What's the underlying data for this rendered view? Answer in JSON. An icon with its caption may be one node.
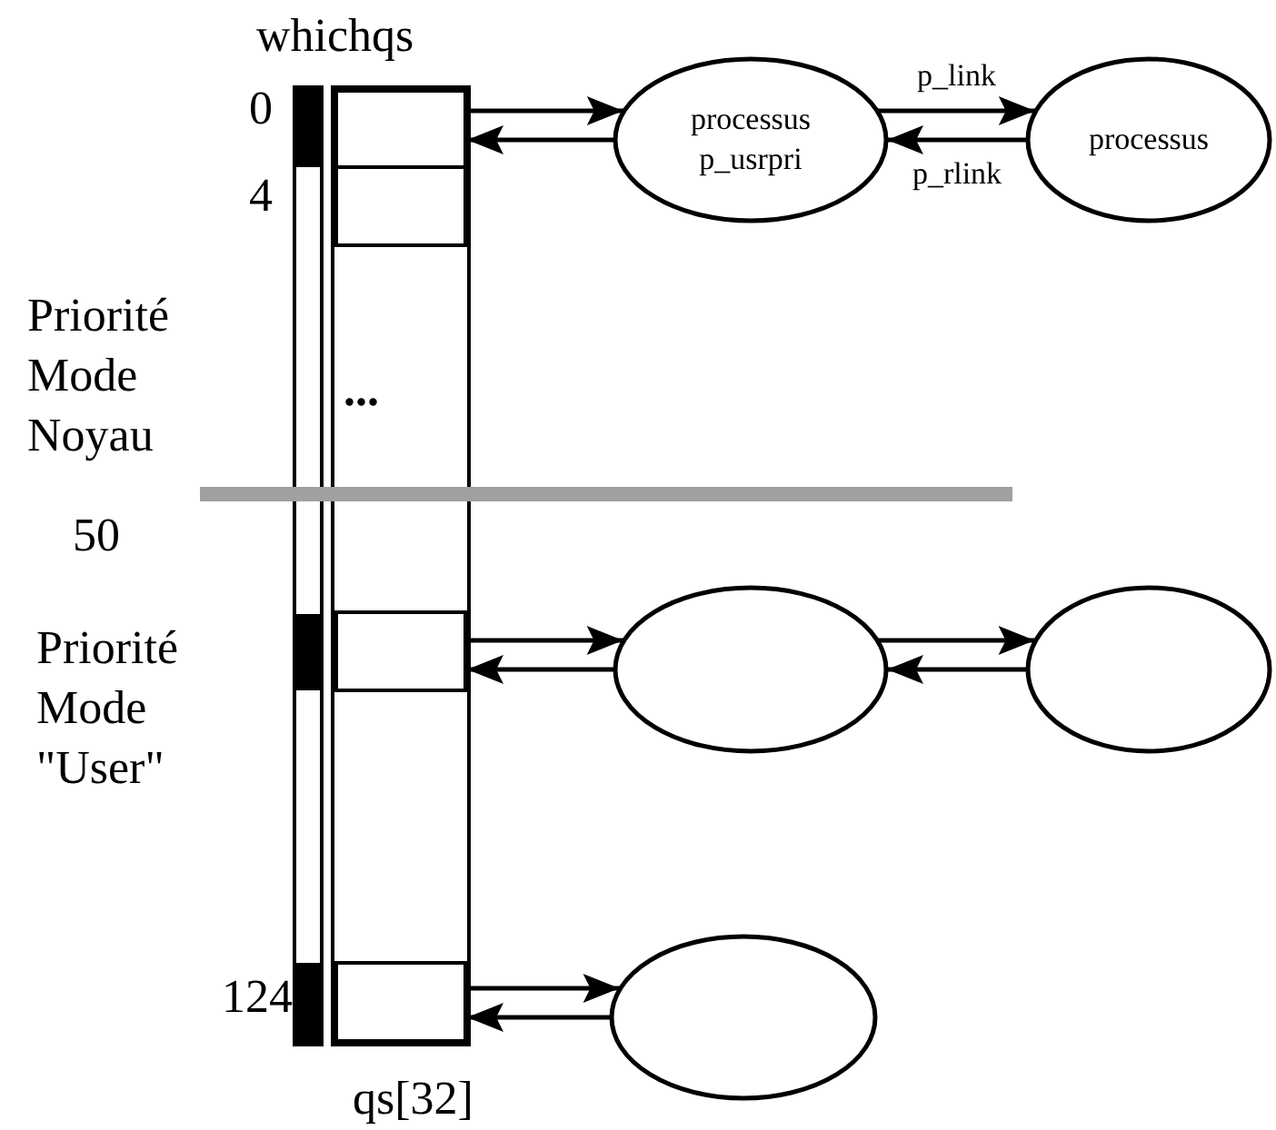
{
  "diagram": {
    "nodes": [
      {
        "text": [
          "whichqs"
        ]
      },
      {
        "text": [],
        "shape": "box",
        "beside": [
          "qs[32]"
        ]
      },
      {
        "text": [],
        "shape": "box",
        "in": 1
      },
      {
        "text": [],
        "shape": "box",
        "in": 1
      },
      {
        "text": [],
        "shape": "box",
        "in": 1
      },
      {
        "text": [],
        "shape": "box",
        "in": 1
      },
      {
        "text": [
          "processus",
          "p_usrpri"
        ]
      },
      {
        "text": [
          "processus"
        ]
      },
      {
        "text": [],
        "shape": "circle"
      },
      {
        "text": [],
        "shape": "circle"
      },
      {
        "text": [],
        "shape": "circle"
      }
    ],
    "edges": [
      {
        "from": 2,
        "to": 6,
        "arrow": "to"
      },
      {
        "from": 6,
        "to": 2,
        "arrow": "to"
      },
      {
        "from": 6,
        "to": 7,
        "arrow": "to",
        "label": "p_link"
      },
      {
        "from": 7,
        "to": 6,
        "arrow": "to",
        "label": "p_rlink"
      },
      {
        "from": 4,
        "to": 8,
        "arrow": "to"
      },
      {
        "from": 8,
        "to": 4,
        "arrow": "to"
      },
      {
        "from": 8,
        "to": 9,
        "arrow": "to"
      },
      {
        "from": 9,
        "to": 8,
        "arrow": "to"
      },
      {
        "from": 5,
        "to": 10,
        "arrow": "to"
      },
      {
        "from": 10,
        "to": 5,
        "arrow": "to"
      }
    ],
    "labels": [
      "0",
      "4",
      "Priorité Mode Noyau",
      "...",
      "50",
      "Priorité Mode \"User\"",
      "124"
    ]
  }
}
